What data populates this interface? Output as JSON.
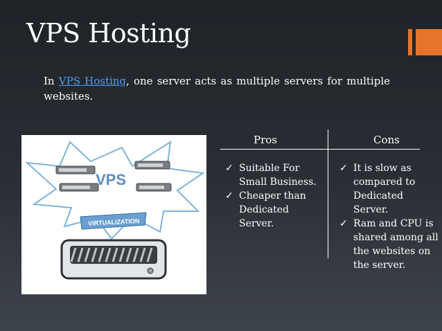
{
  "slide": {
    "title": "VPS Hosting",
    "intro_prefix": "In ",
    "intro_link": "VPS Hosting",
    "intro_suffix": ", one server acts as multiple servers for multiple websites."
  },
  "table": {
    "headers": [
      "Pros",
      "Cons"
    ],
    "pros": [
      [
        "Suitable For",
        "Small Business."
      ],
      [
        "Cheaper than",
        "Dedicated",
        "Server."
      ]
    ],
    "cons": [
      [
        "It is slow as",
        "compared to",
        "Dedicated Server."
      ],
      [
        "Ram and CPU is",
        "shared among all",
        "the websites on",
        "the server."
      ]
    ],
    "check_glyph": "✓"
  },
  "image": {
    "vps_label": "VPS",
    "banner_label": "VIRTUALIZATION"
  },
  "colors": {
    "accent": "#e5752a",
    "link": "#4f9ff0"
  }
}
